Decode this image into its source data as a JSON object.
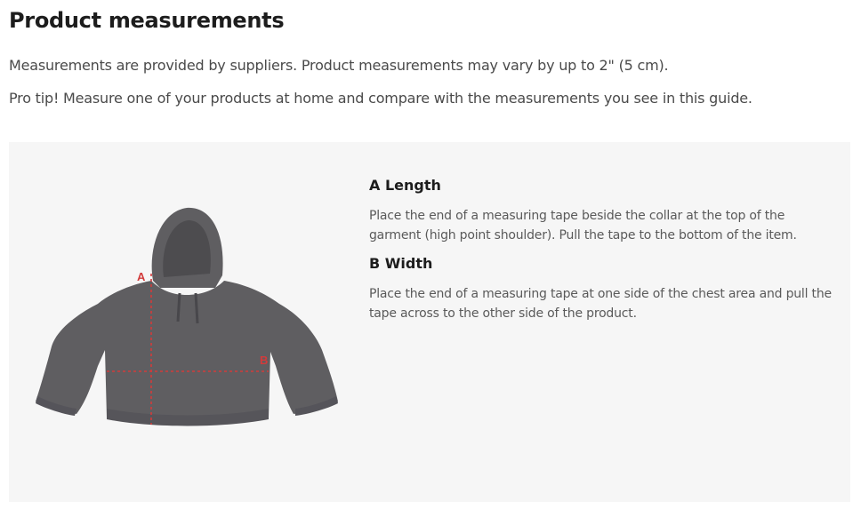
{
  "header": {
    "title": "Product measurements"
  },
  "intro": {
    "line1": "Measurements are provided by suppliers. Product measurements may vary by up to 2\" (5 cm).",
    "line2": "Pro tip! Measure one of your products at home and compare with the measurements you see in this guide."
  },
  "figure": {
    "markers": {
      "length": "A",
      "width": "B"
    },
    "garment_color": "#5f5e61",
    "line_color": "#d23b3b"
  },
  "measurements": [
    {
      "heading": "A Length",
      "description": "Place the end of a measuring tape beside the collar at the top of the garment (high point shoulder). Pull the tape to the bottom of the item."
    },
    {
      "heading": "B Width",
      "description": "Place the end of a measuring tape at one side of the chest area and pull the tape across to the other side of the product."
    }
  ]
}
